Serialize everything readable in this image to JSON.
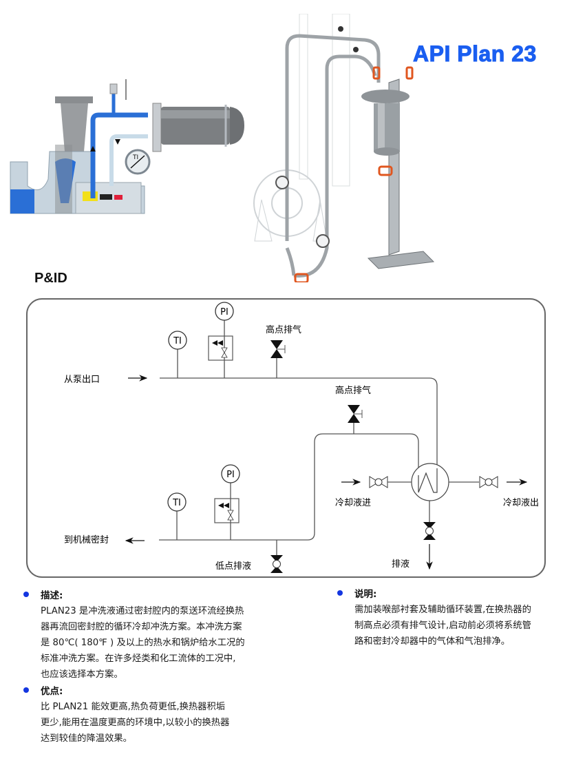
{
  "title": "API Plan 23",
  "pid_heading": "P&ID",
  "illustrations": {
    "cross_section": {
      "label": "seal-chamber-cross-section",
      "gauge_label": "TI"
    },
    "isometric": {
      "label": "plan23-isometric-piping"
    }
  },
  "diagram": {
    "instruments": {
      "ti_top": "TI",
      "pi_top": "PI",
      "ti_bottom": "TI",
      "pi_bottom": "PI"
    },
    "labels": {
      "from_pump_outlet": "从泵出口",
      "high_vent_1": "高点排气",
      "high_vent_2": "高点排气",
      "to_mech_seal": "到机械密封",
      "low_drain": "低点排液",
      "coolant_in": "冷却液进",
      "coolant_out": "冷却液出",
      "drain": "排液"
    }
  },
  "sections": {
    "description": {
      "title": "描述:",
      "lines": [
        "PLAN23 是冲洗液通过密封腔内的泵送环流经换热",
        "器再流回密封腔的循环冷却冲洗方案。本冲洗方案",
        "是 80℃( 180℉ ) 及以上的热水和锅炉给水工况的",
        "标准冲洗方案。在许多烃类和化工流体的工况中,",
        "也应该选择本方案。"
      ]
    },
    "advantages": {
      "title": "优点:",
      "lines": [
        "比 PLAN21 能效更高,热负荷更低,换热器积垢",
        "更少,能用在温度更高的环境中,以较小的换热器",
        "达到较佳的降温效果。"
      ]
    },
    "notes": {
      "title": "说明:",
      "lines": [
        "需加装喉部衬套及辅助循环装置,在换热器的",
        "制高点必须有排气设计,启动前必须将系统管",
        "路和密封冷却器中的气体和气泡排净。"
      ]
    }
  },
  "colors": {
    "title": "#1a5ef0",
    "bullet": "#1436e0",
    "process_blue": "#2a6fd6",
    "line": "#555555",
    "valve_handle": "#e0561f"
  }
}
